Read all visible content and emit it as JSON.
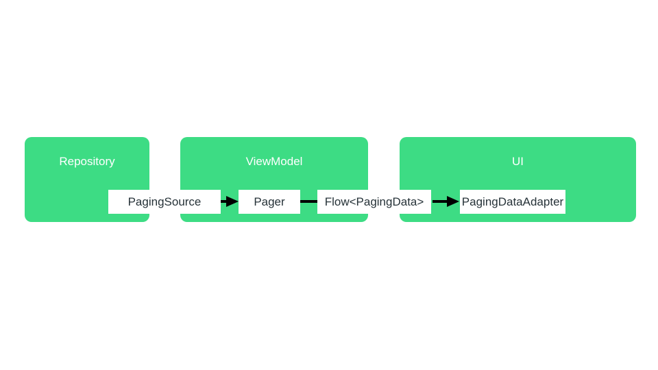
{
  "colors": {
    "container_bg": "#3ddc84",
    "container_title_text": "#ffffff",
    "node_bg": "#ffffff",
    "node_text": "#263238",
    "connector": "#000000",
    "page_bg": "#ffffff"
  },
  "diagram": {
    "containers": [
      {
        "id": "repository",
        "label": "Repository"
      },
      {
        "id": "viewmodel",
        "label": "ViewModel"
      },
      {
        "id": "ui",
        "label": "UI"
      }
    ],
    "nodes": [
      {
        "id": "paging-source",
        "label": "PagingSource"
      },
      {
        "id": "pager",
        "label": "Pager"
      },
      {
        "id": "flow-paging-data",
        "label": "Flow<PagingData>"
      },
      {
        "id": "paging-data-adapter",
        "label": "PagingDataAdapter"
      }
    ],
    "connectors": [
      {
        "from": "PagingSource",
        "to": "Pager",
        "type": "arrow"
      },
      {
        "from": "Pager",
        "to": "Flow<PagingData>",
        "type": "line"
      },
      {
        "from": "Flow<PagingData>",
        "to": "PagingDataAdapter",
        "type": "arrow"
      }
    ]
  }
}
